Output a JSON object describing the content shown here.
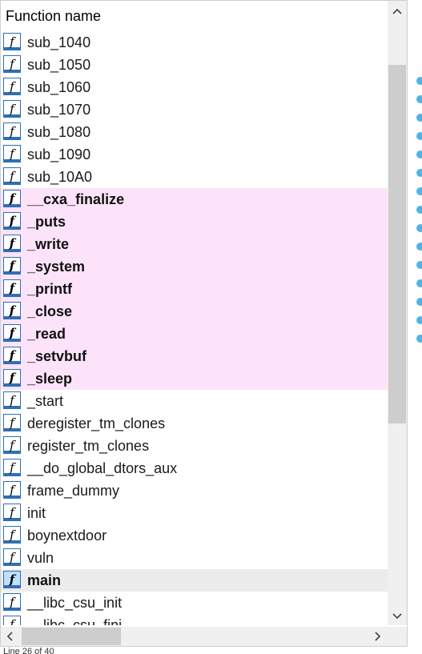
{
  "header": {
    "column_title": "Function name"
  },
  "functions": [
    {
      "name": "sub_1040",
      "type": "regular"
    },
    {
      "name": "sub_1050",
      "type": "regular"
    },
    {
      "name": "sub_1060",
      "type": "regular"
    },
    {
      "name": "sub_1070",
      "type": "regular"
    },
    {
      "name": "sub_1080",
      "type": "regular"
    },
    {
      "name": "sub_1090",
      "type": "regular"
    },
    {
      "name": "sub_10A0",
      "type": "regular"
    },
    {
      "name": "__cxa_finalize",
      "type": "library"
    },
    {
      "name": "_puts",
      "type": "library"
    },
    {
      "name": "_write",
      "type": "library"
    },
    {
      "name": "_system",
      "type": "library"
    },
    {
      "name": "_printf",
      "type": "library"
    },
    {
      "name": "_close",
      "type": "library"
    },
    {
      "name": "_read",
      "type": "library"
    },
    {
      "name": "_setvbuf",
      "type": "library"
    },
    {
      "name": "_sleep",
      "type": "library"
    },
    {
      "name": "_start",
      "type": "regular"
    },
    {
      "name": "deregister_tm_clones",
      "type": "regular"
    },
    {
      "name": "register_tm_clones",
      "type": "regular"
    },
    {
      "name": "__do_global_dtors_aux",
      "type": "regular"
    },
    {
      "name": "frame_dummy",
      "type": "regular"
    },
    {
      "name": "init",
      "type": "regular"
    },
    {
      "name": "boynextdoor",
      "type": "regular"
    },
    {
      "name": "vuln",
      "type": "regular"
    },
    {
      "name": "main",
      "type": "selected"
    },
    {
      "name": "__libc_csu_init",
      "type": "regular"
    },
    {
      "name": "__libc_csu_fini",
      "type": "regular"
    }
  ],
  "icons": {
    "function": "function-icon",
    "scroll_up": "chevron-up-icon",
    "scroll_down": "chevron-down-icon",
    "scroll_left": "chevron-left-icon",
    "scroll_right": "chevron-right-icon"
  },
  "colors": {
    "library_row_bg": "#fce3fa",
    "selected_row_bg": "#ececec",
    "icon_border": "#2f6fb5",
    "side_bullet": "#4fb3e8"
  },
  "side_markers_count": 15,
  "status": {
    "text": "Line 26 of 40"
  }
}
